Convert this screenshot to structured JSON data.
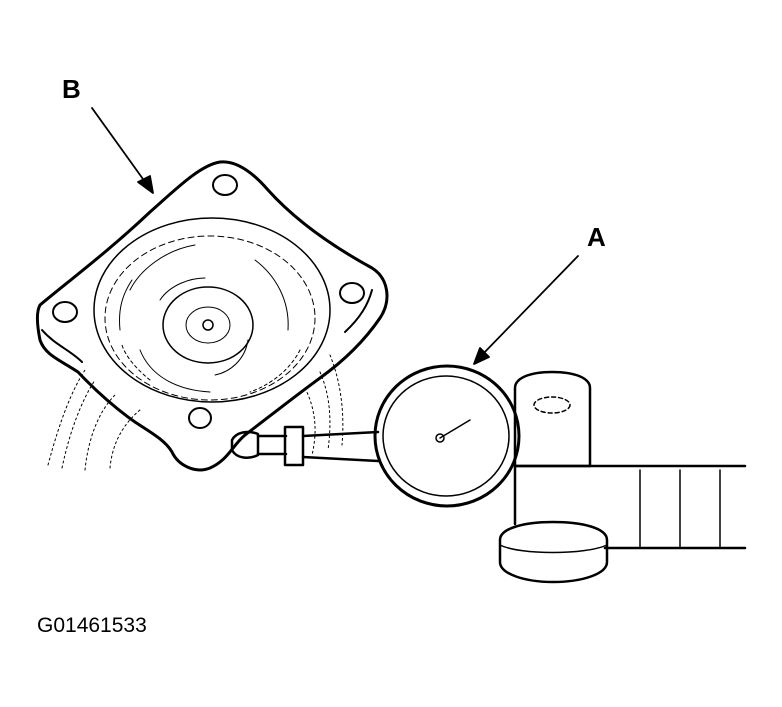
{
  "callouts": {
    "a": "A",
    "b": "B"
  },
  "figure_id": "G01461533",
  "colors": {
    "ink": "#000000",
    "background": "#ffffff"
  }
}
